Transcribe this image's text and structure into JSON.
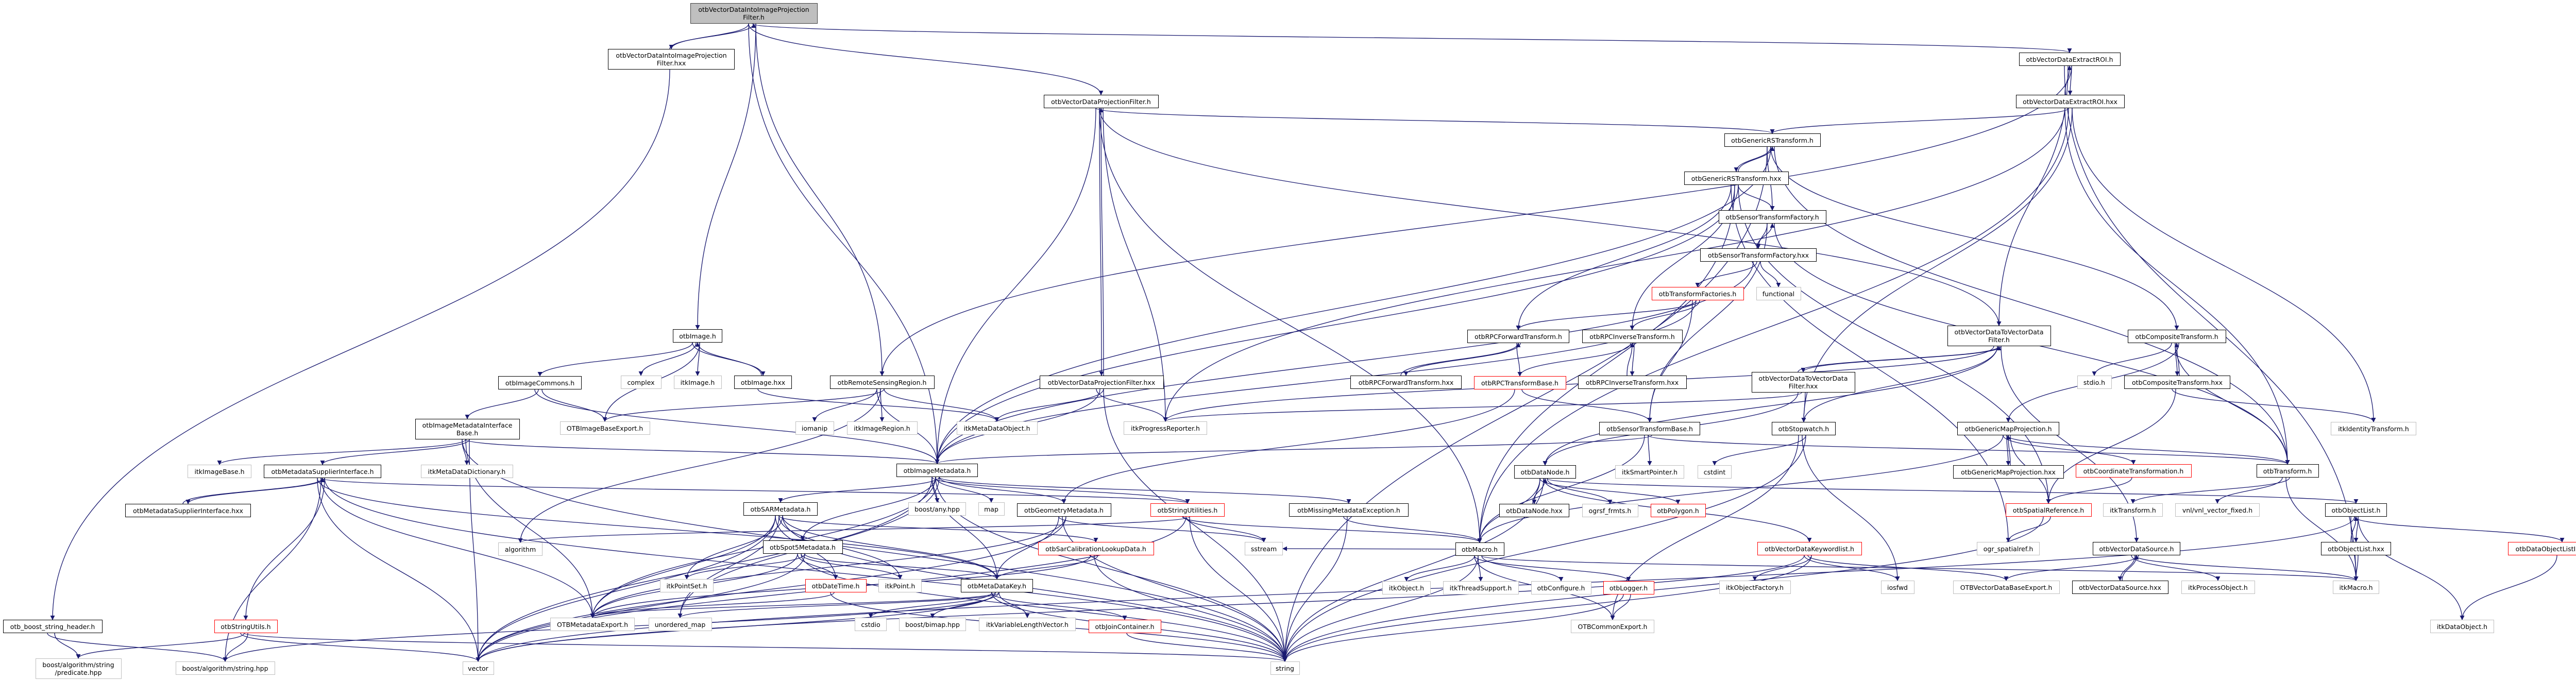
{
  "colors": {
    "edge": "#191970",
    "documented_border": "#000000",
    "external_border": "#bfbfbf",
    "truncated_border": "#ff0000",
    "main_fill": "#bfbfbf"
  },
  "nodes": [
    {
      "id": "n0",
      "label": "otbVectorDataIntoImageProjection\nFilter.h",
      "kind": "main"
    },
    {
      "id": "n1",
      "label": "otbVectorDataIntoImageProjection\nFilter.hxx",
      "kind": "doc"
    },
    {
      "id": "n2",
      "label": "otbVectorDataExtractROI.h",
      "kind": "doc"
    },
    {
      "id": "n3",
      "label": "otbVectorDataExtractROI.hxx",
      "kind": "doc"
    },
    {
      "id": "n4",
      "label": "otbVectorDataProjectionFilter.h",
      "kind": "doc"
    },
    {
      "id": "n5",
      "label": "otbGenericRSTransform.h",
      "kind": "doc"
    },
    {
      "id": "n6",
      "label": "otbGenericRSTransform.hxx",
      "kind": "doc"
    },
    {
      "id": "n7",
      "label": "otbSensorTransformFactory.h",
      "kind": "doc"
    },
    {
      "id": "n8",
      "label": "otbSensorTransformFactory.hxx",
      "kind": "doc"
    },
    {
      "id": "n9",
      "label": "otbTransformFactories.h",
      "kind": "trunc"
    },
    {
      "id": "n10",
      "label": "functional",
      "kind": "ext"
    },
    {
      "id": "n11",
      "label": "otbImage.h",
      "kind": "doc"
    },
    {
      "id": "n12",
      "label": "otbRPCForwardTransform.h",
      "kind": "doc"
    },
    {
      "id": "n13",
      "label": "otbRPCInverseTransform.h",
      "kind": "doc"
    },
    {
      "id": "n14",
      "label": "otbVectorDataToVectorData\nFilter.h",
      "kind": "doc"
    },
    {
      "id": "n15",
      "label": "otbCompositeTransform.h",
      "kind": "doc"
    },
    {
      "id": "n16",
      "label": "otbImageCommons.h",
      "kind": "doc"
    },
    {
      "id": "n17",
      "label": "complex",
      "kind": "ext"
    },
    {
      "id": "n18",
      "label": "itkImage.h",
      "kind": "ext"
    },
    {
      "id": "n19",
      "label": "otbImage.hxx",
      "kind": "doc"
    },
    {
      "id": "n20",
      "label": "otbRemoteSensingRegion.h",
      "kind": "doc"
    },
    {
      "id": "n21",
      "label": "otbVectorDataProjectionFilter.hxx",
      "kind": "doc"
    },
    {
      "id": "n22",
      "label": "otbRPCForwardTransform.hxx",
      "kind": "doc"
    },
    {
      "id": "n23",
      "label": "otbRPCTransformBase.h",
      "kind": "trunc"
    },
    {
      "id": "n24",
      "label": "otbRPCInverseTransform.hxx",
      "kind": "doc"
    },
    {
      "id": "n25",
      "label": "otbVectorDataToVectorData\nFilter.hxx",
      "kind": "doc"
    },
    {
      "id": "n26",
      "label": "stdio.h",
      "kind": "ext"
    },
    {
      "id": "n27",
      "label": "otbCompositeTransform.hxx",
      "kind": "doc"
    },
    {
      "id": "n28",
      "label": "otbImageMetadataInterface\nBase.h",
      "kind": "doc"
    },
    {
      "id": "n29",
      "label": "OTBImageBaseExport.h",
      "kind": "ext"
    },
    {
      "id": "n30",
      "label": "iomanip",
      "kind": "ext"
    },
    {
      "id": "n31",
      "label": "itkImageRegion.h",
      "kind": "ext"
    },
    {
      "id": "n32",
      "label": "itkMetaDataObject.h",
      "kind": "ext"
    },
    {
      "id": "n33",
      "label": "itkProgressReporter.h",
      "kind": "ext"
    },
    {
      "id": "n34",
      "label": "otbSensorTransformBase.h",
      "kind": "doc"
    },
    {
      "id": "n35",
      "label": "otbStopwatch.h",
      "kind": "doc"
    },
    {
      "id": "n36",
      "label": "otbGenericMapProjection.h",
      "kind": "doc"
    },
    {
      "id": "n37",
      "label": "itkIdentityTransform.h",
      "kind": "ext"
    },
    {
      "id": "n38",
      "label": "itkImageBase.h",
      "kind": "ext"
    },
    {
      "id": "n39",
      "label": "otbMetadataSupplierInterface.h",
      "kind": "doc"
    },
    {
      "id": "n40",
      "label": "itkMetaDataDictionary.h",
      "kind": "ext"
    },
    {
      "id": "n41",
      "label": "otbImageMetadata.h",
      "kind": "doc"
    },
    {
      "id": "n42",
      "label": "otbDataNode.h",
      "kind": "doc"
    },
    {
      "id": "n43",
      "label": "itkSmartPointer.h",
      "kind": "ext"
    },
    {
      "id": "n44",
      "label": "cstdint",
      "kind": "ext"
    },
    {
      "id": "n45",
      "label": "otbGenericMapProjection.hxx",
      "kind": "doc"
    },
    {
      "id": "n46",
      "label": "otbCoordinateTransformation.h",
      "kind": "trunc"
    },
    {
      "id": "n47",
      "label": "otbTransform.h",
      "kind": "doc"
    },
    {
      "id": "n48",
      "label": "otbMetadataSupplierInterface.hxx",
      "kind": "doc"
    },
    {
      "id": "n49",
      "label": "otbSARMetadata.h",
      "kind": "doc"
    },
    {
      "id": "n50",
      "label": "boost/any.hpp",
      "kind": "ext"
    },
    {
      "id": "n51",
      "label": "map",
      "kind": "ext"
    },
    {
      "id": "n52",
      "label": "otbGeometryMetadata.h",
      "kind": "doc"
    },
    {
      "id": "n53",
      "label": "otbStringUtilities.h",
      "kind": "trunc"
    },
    {
      "id": "n54",
      "label": "otbMissingMetadataException.h",
      "kind": "doc"
    },
    {
      "id": "n55",
      "label": "otbDataNode.hxx",
      "kind": "doc"
    },
    {
      "id": "n56",
      "label": "ogrsf_frmts.h",
      "kind": "ext"
    },
    {
      "id": "n57",
      "label": "otbPolygon.h",
      "kind": "trunc"
    },
    {
      "id": "n58",
      "label": "otbSpatialReference.h",
      "kind": "trunc"
    },
    {
      "id": "n59",
      "label": "itkTransform.h",
      "kind": "ext"
    },
    {
      "id": "n60",
      "label": "vnl/vnl_vector_fixed.h",
      "kind": "ext"
    },
    {
      "id": "n61",
      "label": "otbObjectList.h",
      "kind": "doc"
    },
    {
      "id": "n62",
      "label": "algorithm",
      "kind": "ext"
    },
    {
      "id": "n63",
      "label": "otbSpot5Metadata.h",
      "kind": "doc"
    },
    {
      "id": "n64",
      "label": "otbSarCalibrationLookupData.h",
      "kind": "trunc"
    },
    {
      "id": "n65",
      "label": "sstream",
      "kind": "ext"
    },
    {
      "id": "n66",
      "label": "otbMacro.h",
      "kind": "doc"
    },
    {
      "id": "n67",
      "label": "otbVectorDataKeywordlist.h",
      "kind": "trunc"
    },
    {
      "id": "n68",
      "label": "ogr_spatialref.h",
      "kind": "ext"
    },
    {
      "id": "n69",
      "label": "otbVectorDataSource.h",
      "kind": "doc"
    },
    {
      "id": "n70",
      "label": "otbObjectList.hxx",
      "kind": "doc"
    },
    {
      "id": "n71",
      "label": "otbDataObjectListInterface.h",
      "kind": "trunc"
    },
    {
      "id": "n72",
      "label": "itkPointSet.h",
      "kind": "ext"
    },
    {
      "id": "n73",
      "label": "otbDateTime.h",
      "kind": "trunc"
    },
    {
      "id": "n74",
      "label": "itkPoint.h",
      "kind": "ext"
    },
    {
      "id": "n75",
      "label": "otbMetaDataKey.h",
      "kind": "doc"
    },
    {
      "id": "n76",
      "label": "itkObject.h",
      "kind": "ext"
    },
    {
      "id": "n77",
      "label": "itkThreadSupport.h",
      "kind": "ext"
    },
    {
      "id": "n78",
      "label": "otbConfigure.h",
      "kind": "ext"
    },
    {
      "id": "n79",
      "label": "otbLogger.h",
      "kind": "trunc"
    },
    {
      "id": "n80",
      "label": "itkObjectFactory.h",
      "kind": "ext"
    },
    {
      "id": "n81",
      "label": "iosfwd",
      "kind": "ext"
    },
    {
      "id": "n82",
      "label": "OTBVectorDataBaseExport.h",
      "kind": "ext"
    },
    {
      "id": "n83",
      "label": "otbVectorDataSource.hxx",
      "kind": "doc"
    },
    {
      "id": "n84",
      "label": "itkProcessObject.h",
      "kind": "ext"
    },
    {
      "id": "n85",
      "label": "itkMacro.h",
      "kind": "ext"
    },
    {
      "id": "n86",
      "label": "otb_boost_string_header.h",
      "kind": "doc"
    },
    {
      "id": "n87",
      "label": "otbStringUtils.h",
      "kind": "trunc"
    },
    {
      "id": "n88",
      "label": "OTBMetadataExport.h",
      "kind": "ext"
    },
    {
      "id": "n89",
      "label": "unordered_map",
      "kind": "ext"
    },
    {
      "id": "n90",
      "label": "cstdio",
      "kind": "ext"
    },
    {
      "id": "n91",
      "label": "boost/bimap.hpp",
      "kind": "ext"
    },
    {
      "id": "n92",
      "label": "itkVariableLengthVector.h",
      "kind": "ext"
    },
    {
      "id": "n93",
      "label": "otbJoinContainer.h",
      "kind": "trunc"
    },
    {
      "id": "n94",
      "label": "OTBCommonExport.h",
      "kind": "ext"
    },
    {
      "id": "n95",
      "label": "itkDataObject.h",
      "kind": "ext"
    },
    {
      "id": "n96",
      "label": "boost/algorithm/string\n/predicate.hpp",
      "kind": "ext"
    },
    {
      "id": "n97",
      "label": "boost/algorithm/string.hpp",
      "kind": "ext"
    },
    {
      "id": "n98",
      "label": "vector",
      "kind": "ext"
    },
    {
      "id": "n99",
      "label": "string",
      "kind": "ext"
    }
  ],
  "edges": [
    [
      "n0",
      "n1"
    ],
    [
      "n1",
      "n0"
    ],
    [
      "n0",
      "n11"
    ],
    [
      "n0",
      "n4"
    ],
    [
      "n0",
      "n2"
    ],
    [
      "n0",
      "n20"
    ],
    [
      "n0",
      "n41"
    ],
    [
      "n1",
      "n86"
    ],
    [
      "n2",
      "n3"
    ],
    [
      "n3",
      "n2"
    ],
    [
      "n2",
      "n14"
    ],
    [
      "n2",
      "n20"
    ],
    [
      "n2",
      "n85"
    ],
    [
      "n3",
      "n5"
    ],
    [
      "n3",
      "n35"
    ],
    [
      "n3",
      "n33"
    ],
    [
      "n3",
      "n66"
    ],
    [
      "n3",
      "n37"
    ],
    [
      "n3",
      "n47"
    ],
    [
      "n4",
      "n21"
    ],
    [
      "n21",
      "n4"
    ],
    [
      "n4",
      "n5"
    ],
    [
      "n4",
      "n14"
    ],
    [
      "n4",
      "n33"
    ],
    [
      "n4",
      "n41"
    ],
    [
      "n4",
      "n66"
    ],
    [
      "n21",
      "n32"
    ],
    [
      "n21",
      "n33"
    ],
    [
      "n21",
      "n41"
    ],
    [
      "n21",
      "n99"
    ],
    [
      "n11",
      "n16"
    ],
    [
      "n11",
      "n17"
    ],
    [
      "n11",
      "n18"
    ],
    [
      "n11",
      "n19"
    ],
    [
      "n19",
      "n11"
    ],
    [
      "n11",
      "n29"
    ],
    [
      "n19",
      "n32"
    ],
    [
      "n16",
      "n28"
    ],
    [
      "n16",
      "n29"
    ],
    [
      "n16",
      "n41"
    ],
    [
      "n28",
      "n38"
    ],
    [
      "n28",
      "n39"
    ],
    [
      "n28",
      "n40"
    ],
    [
      "n28",
      "n88"
    ],
    [
      "n28",
      "n98"
    ],
    [
      "n28",
      "n99"
    ],
    [
      "n28",
      "n41"
    ],
    [
      "n39",
      "n48"
    ],
    [
      "n48",
      "n39"
    ],
    [
      "n39",
      "n97"
    ],
    [
      "n39",
      "n87"
    ],
    [
      "n39",
      "n98"
    ],
    [
      "n39",
      "n88"
    ],
    [
      "n39",
      "n99"
    ],
    [
      "n39",
      "n75"
    ],
    [
      "n39",
      "n53"
    ],
    [
      "n86",
      "n96"
    ],
    [
      "n86",
      "n97"
    ],
    [
      "n87",
      "n96"
    ],
    [
      "n87",
      "n97"
    ],
    [
      "n87",
      "n98"
    ],
    [
      "n87",
      "n99"
    ],
    [
      "n20",
      "n29"
    ],
    [
      "n20",
      "n30"
    ],
    [
      "n20",
      "n31"
    ],
    [
      "n20",
      "n32"
    ],
    [
      "n20",
      "n41"
    ],
    [
      "n20",
      "n62"
    ],
    [
      "n41",
      "n49"
    ],
    [
      "n41",
      "n50"
    ],
    [
      "n41",
      "n51"
    ],
    [
      "n41",
      "n52"
    ],
    [
      "n41",
      "n75"
    ],
    [
      "n41",
      "n88"
    ],
    [
      "n41",
      "n89"
    ],
    [
      "n41",
      "n98"
    ],
    [
      "n41",
      "n99"
    ],
    [
      "n41",
      "n54"
    ],
    [
      "n41",
      "n53"
    ],
    [
      "n41",
      "n63"
    ],
    [
      "n49",
      "n72"
    ],
    [
      "n49",
      "n73"
    ],
    [
      "n49",
      "n74"
    ],
    [
      "n49",
      "n75"
    ],
    [
      "n49",
      "n88"
    ],
    [
      "n49",
      "n64"
    ],
    [
      "n49",
      "n99"
    ],
    [
      "n49",
      "n98"
    ],
    [
      "n49",
      "n89"
    ],
    [
      "n63",
      "n72"
    ],
    [
      "n63",
      "n73"
    ],
    [
      "n63",
      "n74"
    ],
    [
      "n63",
      "n75"
    ],
    [
      "n63",
      "n88"
    ],
    [
      "n63",
      "n99"
    ],
    [
      "n63",
      "n98"
    ],
    [
      "n75",
      "n90"
    ],
    [
      "n75",
      "n91"
    ],
    [
      "n75",
      "n92"
    ],
    [
      "n75",
      "n93"
    ],
    [
      "n75",
      "n88"
    ],
    [
      "n75",
      "n89"
    ],
    [
      "n75",
      "n99"
    ],
    [
      "n75",
      "n98"
    ],
    [
      "n75",
      "n97"
    ],
    [
      "n73",
      "n99"
    ],
    [
      "n73",
      "n88"
    ],
    [
      "n52",
      "n88"
    ],
    [
      "n52",
      "n65"
    ],
    [
      "n52",
      "n99"
    ],
    [
      "n52",
      "n98"
    ],
    [
      "n52",
      "n75"
    ],
    [
      "n53",
      "n65"
    ],
    [
      "n53",
      "n99"
    ],
    [
      "n53",
      "n66"
    ],
    [
      "n53",
      "n98"
    ],
    [
      "n53",
      "n62"
    ],
    [
      "n54",
      "n66"
    ],
    [
      "n54",
      "n99"
    ],
    [
      "n64",
      "n75"
    ],
    [
      "n64",
      "n88"
    ],
    [
      "n64",
      "n99"
    ],
    [
      "n93",
      "n99"
    ],
    [
      "n66",
      "n76"
    ],
    [
      "n66",
      "n77"
    ],
    [
      "n66",
      "n78"
    ],
    [
      "n66",
      "n79"
    ],
    [
      "n66",
      "n65"
    ],
    [
      "n66",
      "n85"
    ],
    [
      "n66",
      "n94"
    ],
    [
      "n66",
      "n99"
    ],
    [
      "n79",
      "n94"
    ],
    [
      "n79",
      "n99"
    ],
    [
      "n5",
      "n6"
    ],
    [
      "n6",
      "n5"
    ],
    [
      "n5",
      "n7"
    ],
    [
      "n5",
      "n15"
    ],
    [
      "n5",
      "n47"
    ],
    [
      "n5",
      "n99"
    ],
    [
      "n5",
      "n41"
    ],
    [
      "n6",
      "n7"
    ],
    [
      "n6",
      "n12"
    ],
    [
      "n6",
      "n13"
    ],
    [
      "n6",
      "n58"
    ],
    [
      "n6",
      "n68"
    ],
    [
      "n6",
      "n66"
    ],
    [
      "n6",
      "n41"
    ],
    [
      "n7",
      "n8"
    ],
    [
      "n8",
      "n7"
    ],
    [
      "n7",
      "n47"
    ],
    [
      "n7",
      "n34"
    ],
    [
      "n8",
      "n9"
    ],
    [
      "n8",
      "n10"
    ],
    [
      "n8",
      "n41"
    ],
    [
      "n9",
      "n12"
    ],
    [
      "n9",
      "n13"
    ],
    [
      "n9",
      "n34"
    ],
    [
      "n9",
      "n41"
    ],
    [
      "n12",
      "n22"
    ],
    [
      "n22",
      "n12"
    ],
    [
      "n12",
      "n23"
    ],
    [
      "n13",
      "n24"
    ],
    [
      "n24",
      "n13"
    ],
    [
      "n13",
      "n23"
    ],
    [
      "n23",
      "n34"
    ],
    [
      "n23",
      "n52"
    ],
    [
      "n34",
      "n43"
    ],
    [
      "n34",
      "n41"
    ],
    [
      "n34",
      "n66"
    ],
    [
      "n34",
      "n47"
    ],
    [
      "n14",
      "n25"
    ],
    [
      "n25",
      "n14"
    ],
    [
      "n14",
      "n35"
    ],
    [
      "n14",
      "n69"
    ],
    [
      "n14",
      "n33"
    ],
    [
      "n14",
      "n42"
    ],
    [
      "n25",
      "n35"
    ],
    [
      "n25",
      "n42"
    ],
    [
      "n25",
      "n33"
    ],
    [
      "n35",
      "n44"
    ],
    [
      "n35",
      "n94"
    ],
    [
      "n35",
      "n81"
    ],
    [
      "n35",
      "n99"
    ],
    [
      "n42",
      "n55"
    ],
    [
      "n55",
      "n42"
    ],
    [
      "n42",
      "n56"
    ],
    [
      "n42",
      "n57"
    ],
    [
      "n42",
      "n67"
    ],
    [
      "n42",
      "n61"
    ],
    [
      "n42",
      "n66"
    ],
    [
      "n42",
      "n99"
    ],
    [
      "n67",
      "n80"
    ],
    [
      "n67",
      "n81"
    ],
    [
      "n67",
      "n82"
    ],
    [
      "n67",
      "n99"
    ],
    [
      "n67",
      "n98"
    ],
    [
      "n36",
      "n45"
    ],
    [
      "n45",
      "n36"
    ],
    [
      "n36",
      "n46"
    ],
    [
      "n36",
      "n47"
    ],
    [
      "n36",
      "n58"
    ],
    [
      "n36",
      "n66"
    ],
    [
      "n46",
      "n58"
    ],
    [
      "n58",
      "n68"
    ],
    [
      "n58",
      "n99"
    ],
    [
      "n15",
      "n27"
    ],
    [
      "n27",
      "n15"
    ],
    [
      "n15",
      "n26"
    ],
    [
      "n15",
      "n47"
    ],
    [
      "n15",
      "n36"
    ],
    [
      "n27",
      "n37"
    ],
    [
      "n27",
      "n58"
    ],
    [
      "n47",
      "n59"
    ],
    [
      "n47",
      "n60"
    ],
    [
      "n47",
      "n85"
    ],
    [
      "n61",
      "n70"
    ],
    [
      "n70",
      "n61"
    ],
    [
      "n61",
      "n71"
    ],
    [
      "n61",
      "n95"
    ],
    [
      "n61",
      "n85"
    ],
    [
      "n61",
      "n98"
    ],
    [
      "n70",
      "n85"
    ],
    [
      "n71",
      "n95"
    ],
    [
      "n69",
      "n83"
    ],
    [
      "n83",
      "n69"
    ],
    [
      "n69",
      "n84"
    ],
    [
      "n69",
      "n85"
    ],
    [
      "n69",
      "n82"
    ]
  ]
}
